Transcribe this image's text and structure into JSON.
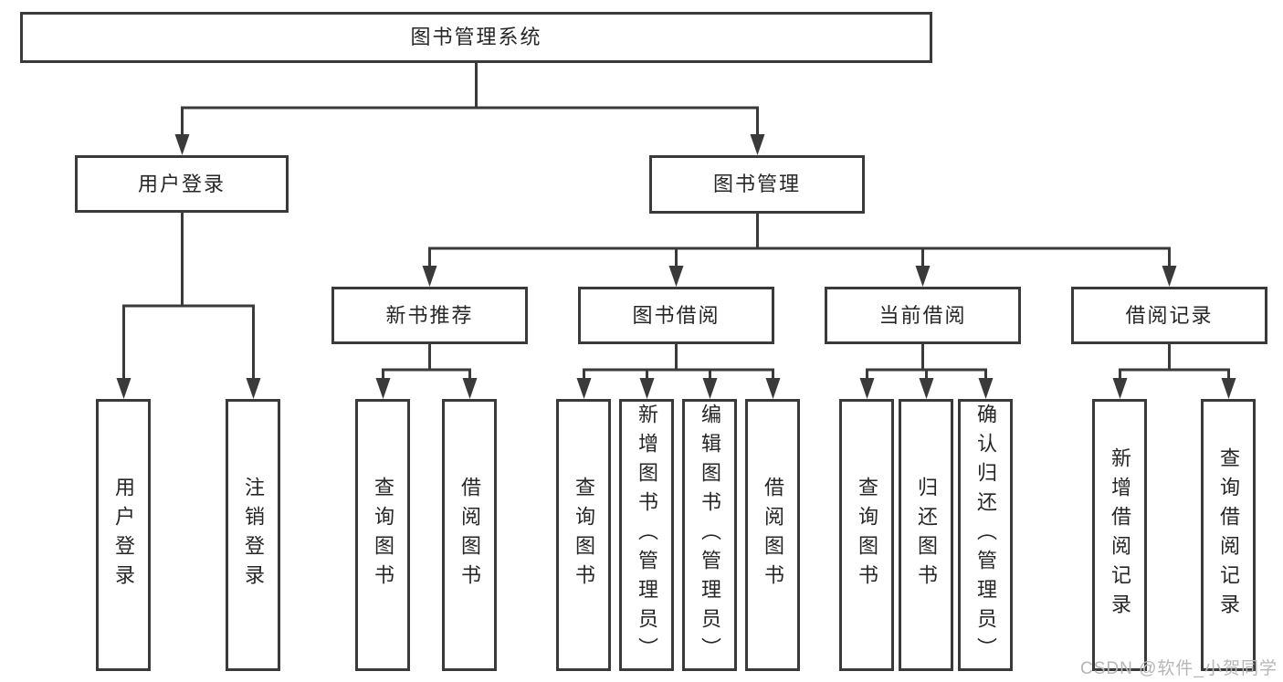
{
  "tree": {
    "root": {
      "label": "图书管理系统"
    },
    "branches": [
      {
        "label": "用户登录",
        "children": [
          {
            "label": "用户登录"
          },
          {
            "label": "注销登录"
          }
        ]
      },
      {
        "label": "图书管理",
        "children": [
          {
            "label": "新书推荐",
            "children": [
              {
                "label": "查询图书"
              },
              {
                "label": "借阅图书"
              }
            ]
          },
          {
            "label": "图书借阅",
            "children": [
              {
                "label": "查询图书"
              },
              {
                "label": "新增图书（管理员）"
              },
              {
                "label": "编辑图书（管理员）"
              },
              {
                "label": "借阅图书"
              }
            ]
          },
          {
            "label": "当前借阅",
            "children": [
              {
                "label": "查询图书"
              },
              {
                "label": "归还图书"
              },
              {
                "label": "确认归还（管理员）"
              }
            ]
          },
          {
            "label": "借阅记录",
            "children": [
              {
                "label": "新增借阅记录"
              },
              {
                "label": "查询借阅记录"
              }
            ]
          }
        ]
      }
    ]
  },
  "watermark": {
    "text": "CSDN @软件_小贺同学"
  },
  "colors": {
    "line": "#3a3a3a",
    "text": "#262626",
    "watermark": "#b6b6b6",
    "background": "#ffffff"
  }
}
